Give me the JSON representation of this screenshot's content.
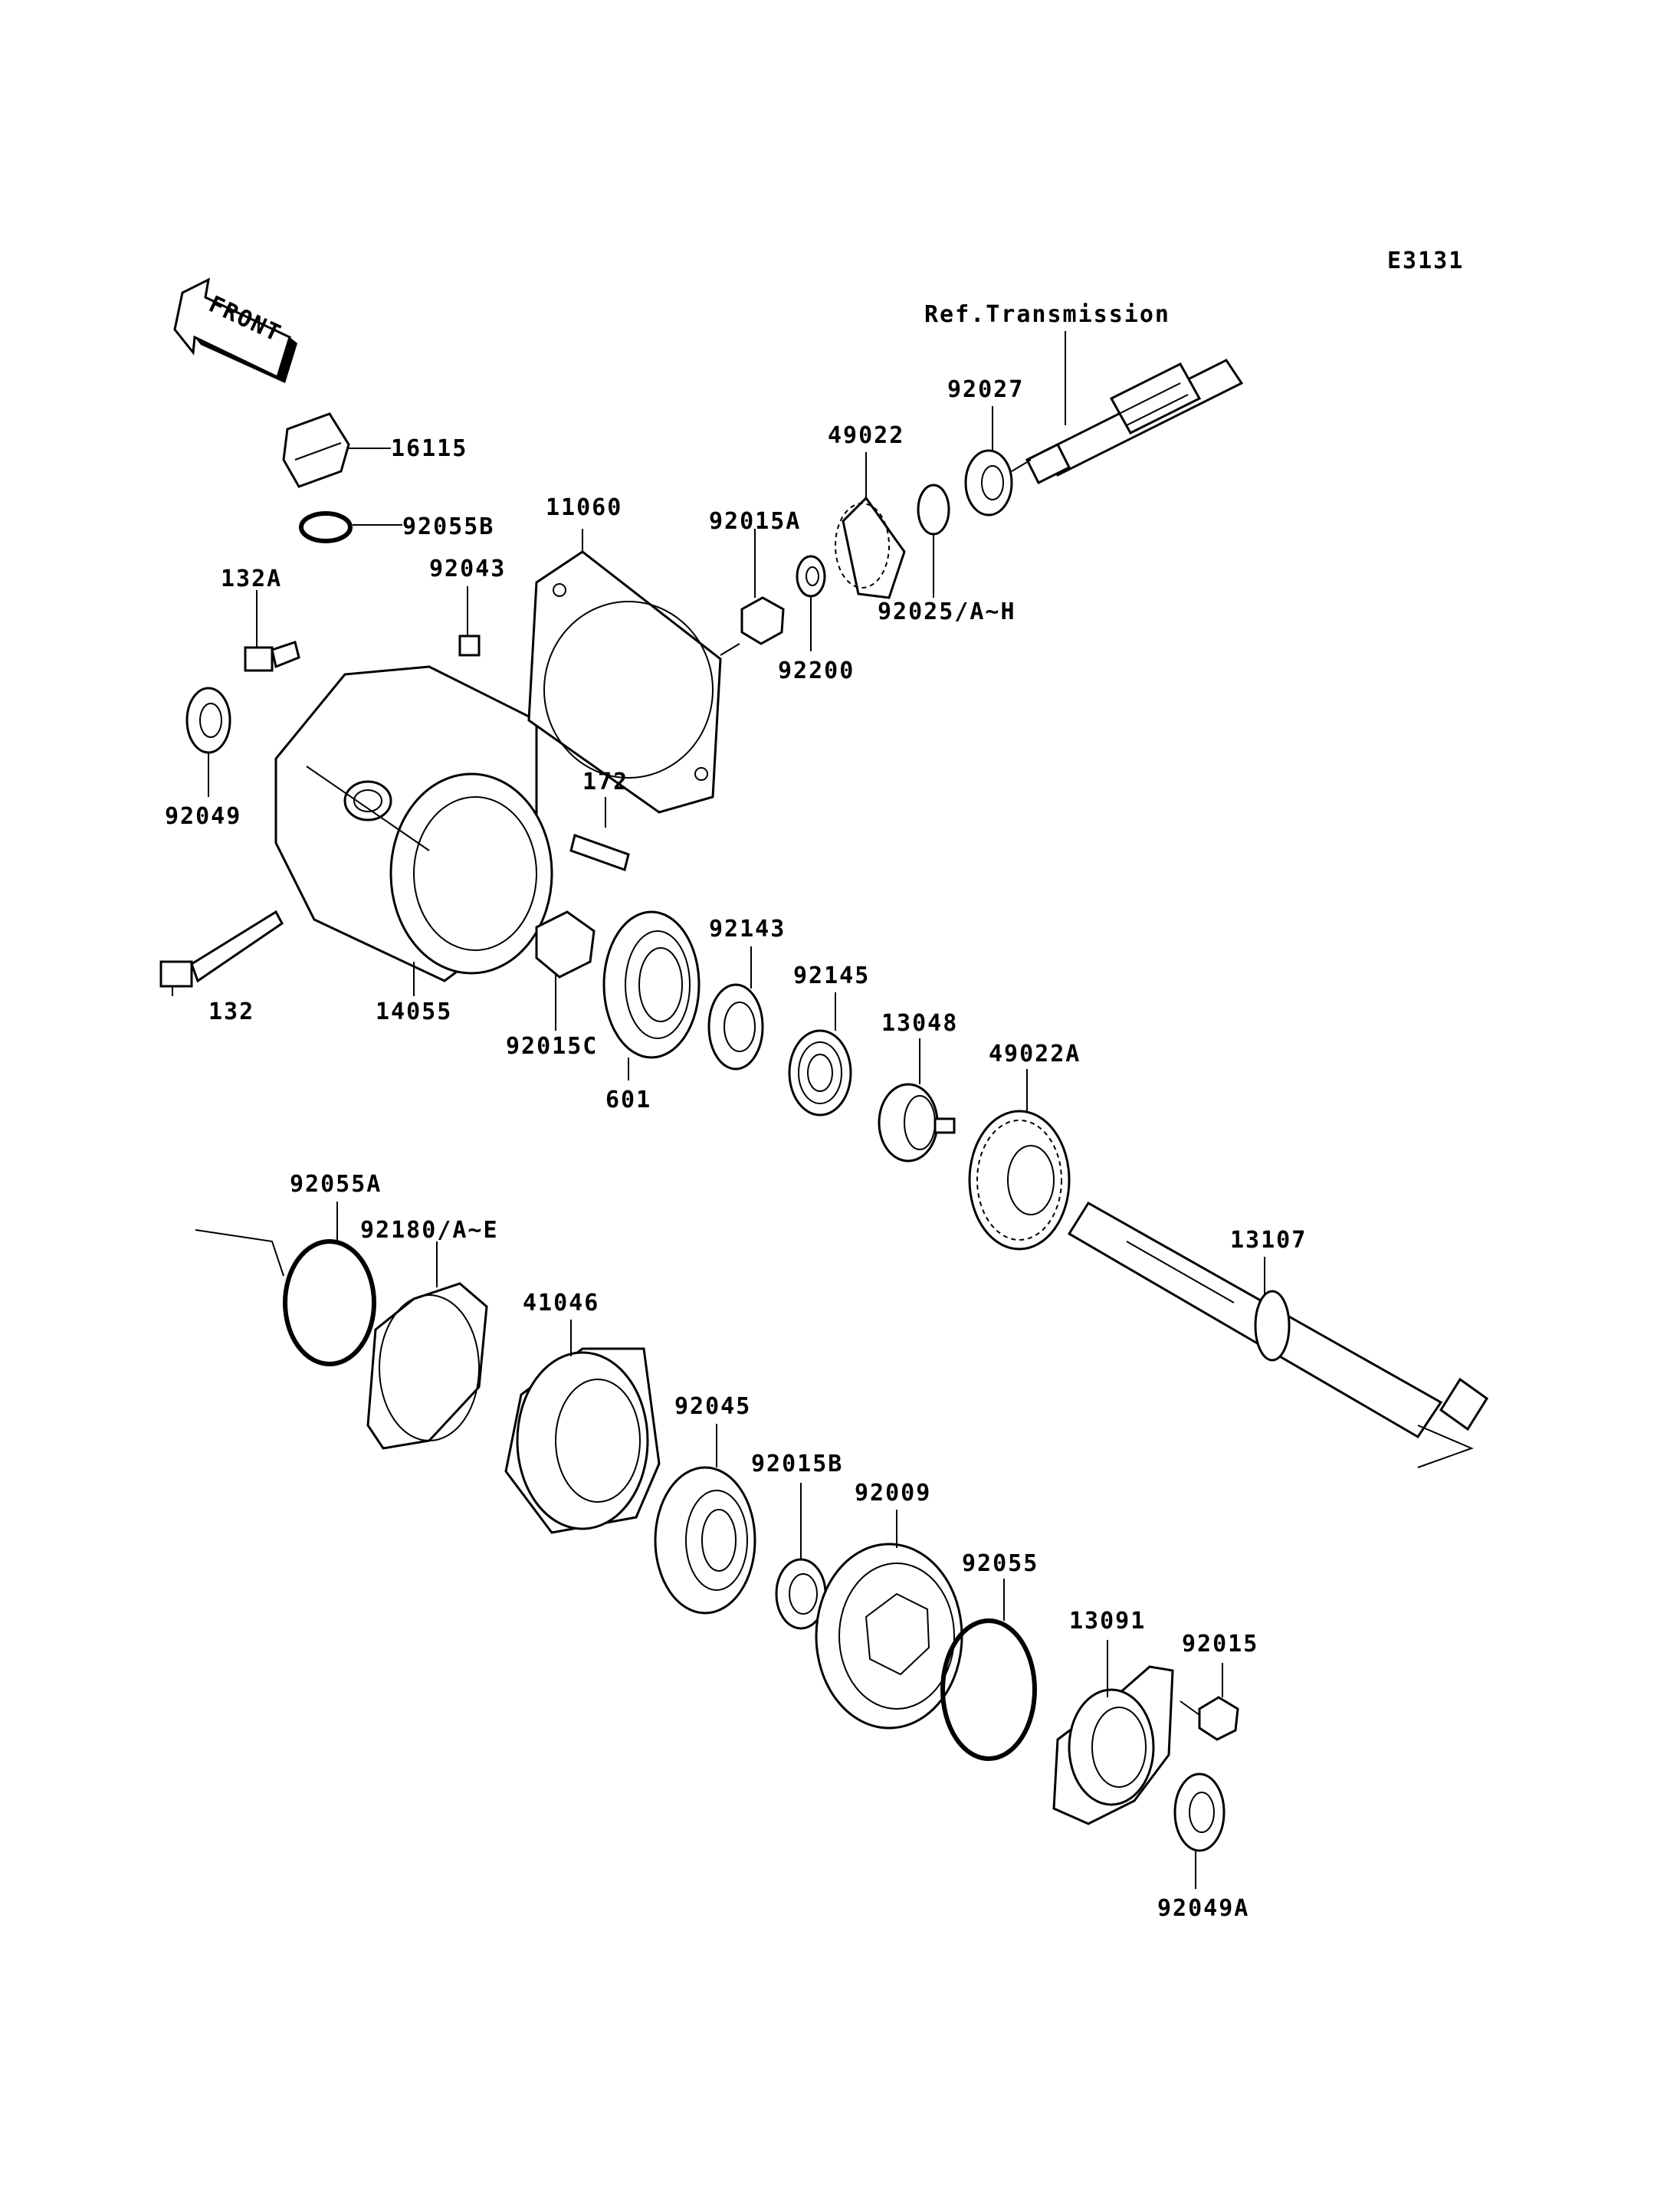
{
  "diagram": {
    "code": "E3131",
    "front_label": "FRONT",
    "reference": "Ref.Transmission",
    "callouts": {
      "p16115": "16115",
      "p92055B": "92055B",
      "p11060": "11060",
      "p92015A": "92015A",
      "p49022": "49022",
      "p92027": "92027",
      "p92043": "92043",
      "p132A": "132A",
      "p92200": "92200",
      "p92025": "92025/A~H",
      "p92049": "92049",
      "p172": "172",
      "p132": "132",
      "p14055": "14055",
      "p92015C": "92015C",
      "p601": "601",
      "p92143": "92143",
      "p92145": "92145",
      "p13048": "13048",
      "p49022A": "49022A",
      "p13107": "13107",
      "p92055A": "92055A",
      "p92180": "92180/A~E",
      "p41046": "41046",
      "p92045": "92045",
      "p92015B": "92015B",
      "p92009": "92009",
      "p92055": "92055",
      "p13091": "13091",
      "p92015": "92015",
      "p92049A": "92049A"
    }
  }
}
